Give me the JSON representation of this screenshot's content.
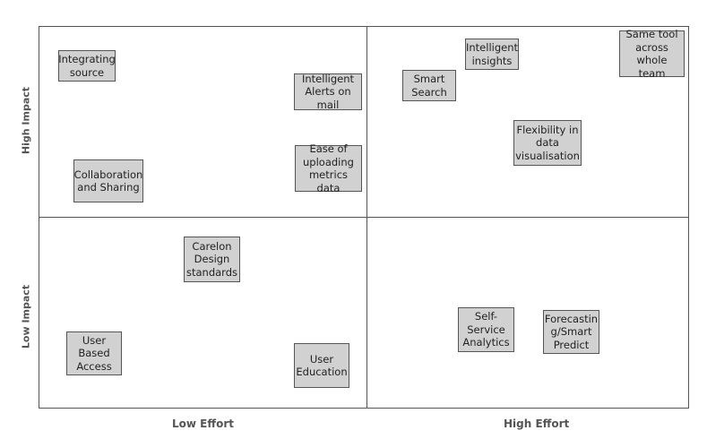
{
  "axes": {
    "y_high": "High Impact",
    "y_low": "Low Impact",
    "x_low": "Low Effort",
    "x_high": "High Effort"
  },
  "quadrants": {
    "high_impact_low_effort": [
      "Integrating\nsource",
      "Intelligent\nAlerts on mail",
      "Ease of\nuploading\nmetrics data",
      "Collaboration\nand Sharing"
    ],
    "high_impact_high_effort": [
      "Intelligent\ninsights",
      "Smart\nSearch",
      "Same tool\nacross\nwhole team",
      "Flexibility in\ndata\nvisualisation"
    ],
    "low_impact_low_effort": [
      "Carelon\nDesign\nstandards",
      "User\nBased\nAccess",
      "User\nEducation"
    ],
    "low_impact_high_effort": [
      "Self-\nService\nAnalytics",
      "Forecastin\ng/Smart\nPredict"
    ]
  }
}
